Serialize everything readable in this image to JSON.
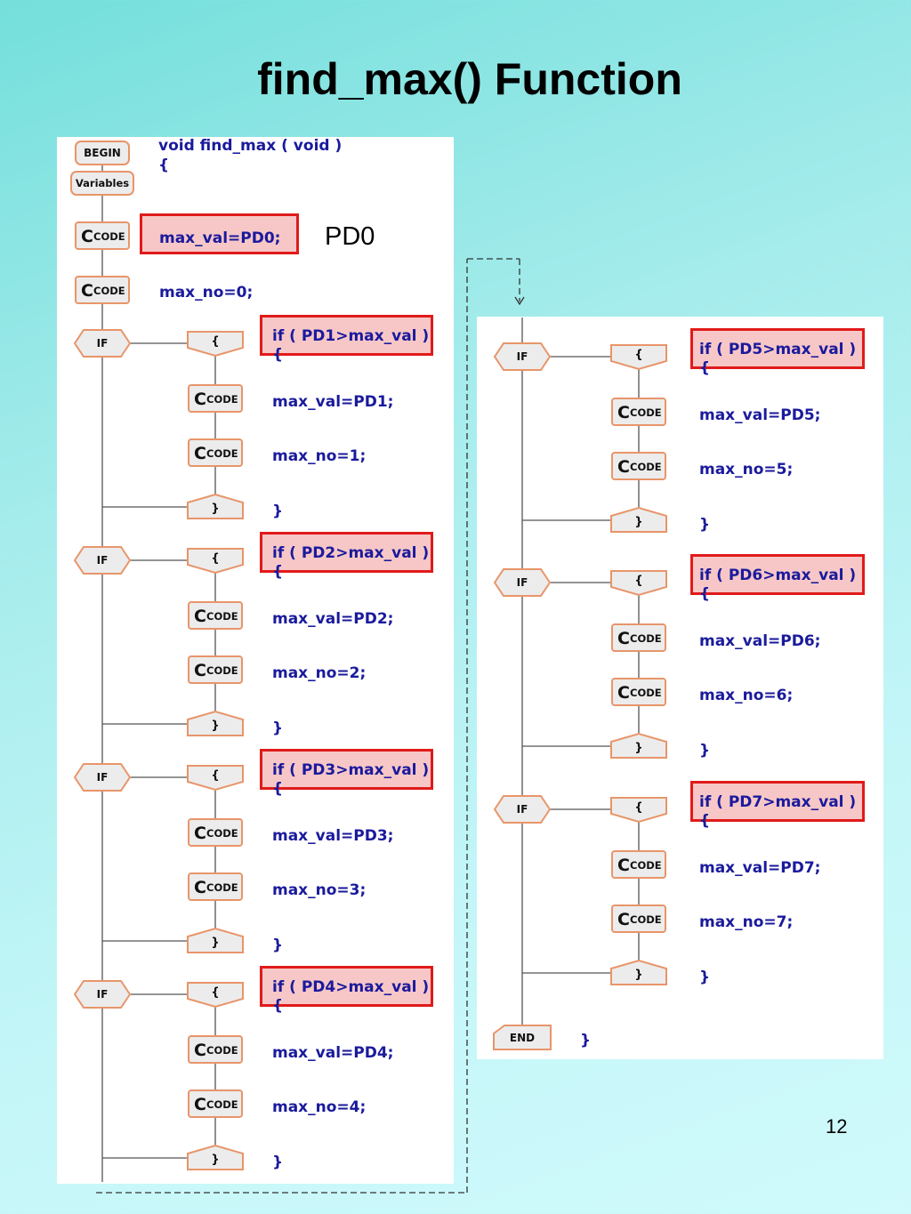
{
  "slide": {
    "title": "find_max() Function",
    "page_number": "12",
    "callout": "PD0"
  },
  "node_labels": {
    "begin": "BEGIN",
    "variables": "Variables",
    "code": "CODE",
    "code_glyph": "C",
    "if": "IF",
    "open_brace": "{",
    "close_brace": "}",
    "end": "END"
  },
  "header": {
    "signature": "void find_max ( void )",
    "open": "{"
  },
  "initial": [
    "max_val=PD0;",
    "max_no=0;"
  ],
  "if_blocks": [
    {
      "condition": "if ( PD1>max_val )",
      "open": "{",
      "assign_val": "max_val=PD1;",
      "assign_no": "max_no=1;",
      "close": "}"
    },
    {
      "condition": "if ( PD2>max_val )",
      "open": "{",
      "assign_val": "max_val=PD2;",
      "assign_no": "max_no=2;",
      "close": "}"
    },
    {
      "condition": "if ( PD3>max_val )",
      "open": "{",
      "assign_val": "max_val=PD3;",
      "assign_no": "max_no=3;",
      "close": "}"
    },
    {
      "condition": "if ( PD4>max_val )",
      "open": "{",
      "assign_val": "max_val=PD4;",
      "assign_no": "max_no=4;",
      "close": "}"
    },
    {
      "condition": "if ( PD5>max_val )",
      "open": "{",
      "assign_val": "max_val=PD5;",
      "assign_no": "max_no=5;",
      "close": "}"
    },
    {
      "condition": "if ( PD6>max_val )",
      "open": "{",
      "assign_val": "max_val=PD6;",
      "assign_no": "max_no=6;",
      "close": "}"
    },
    {
      "condition": "if ( PD7>max_val )",
      "open": "{",
      "assign_val": "max_val=PD7;",
      "assign_no": "max_no=7;",
      "close": "}"
    }
  ],
  "footer": {
    "close": "}"
  },
  "colors": {
    "node_fill": "#ececec",
    "node_stroke": "#e8956a",
    "code_text": "#1a1a9c",
    "highlight_border": "#e11a1a",
    "highlight_fill": "#f7c7c7",
    "connector": "#555555"
  }
}
